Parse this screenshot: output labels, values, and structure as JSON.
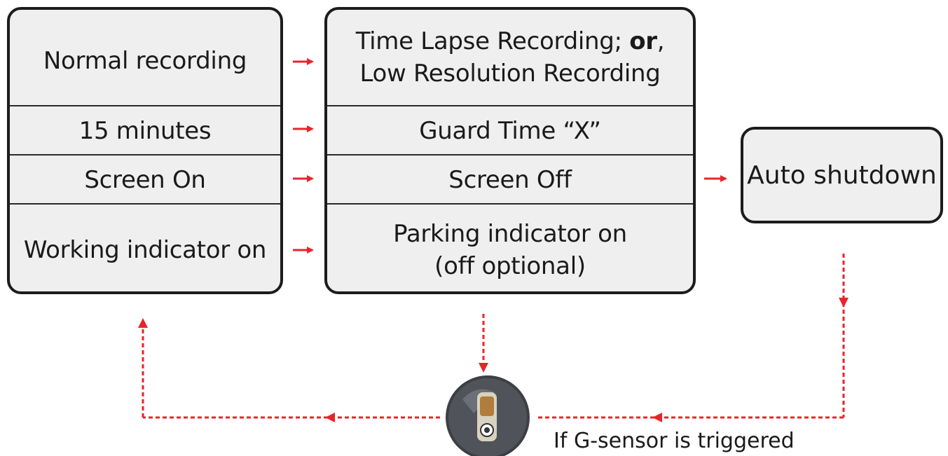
{
  "left_box": {
    "rows": [
      "Normal recording",
      "15 minutes",
      "Screen On",
      "Working indicator on"
    ]
  },
  "middle_box": {
    "row1_line1_pre": "Time Lapse Recording; ",
    "row1_line1_bold": "or",
    "row1_line1_post": ",",
    "row1_line2": "Low Resolution Recording",
    "row2": "Guard Time “X”",
    "row3": "Screen Off",
    "row4_line1": "Parking indicator on",
    "row4_line2": "(off optional)"
  },
  "right_box": {
    "label": "Auto shutdown"
  },
  "trigger": {
    "caption": "If G-sensor is triggered",
    "icon": "g-sensor-icon"
  },
  "colors": {
    "arrow": "#e8242b",
    "border": "#1c1c1c",
    "fill": "#efefef"
  }
}
